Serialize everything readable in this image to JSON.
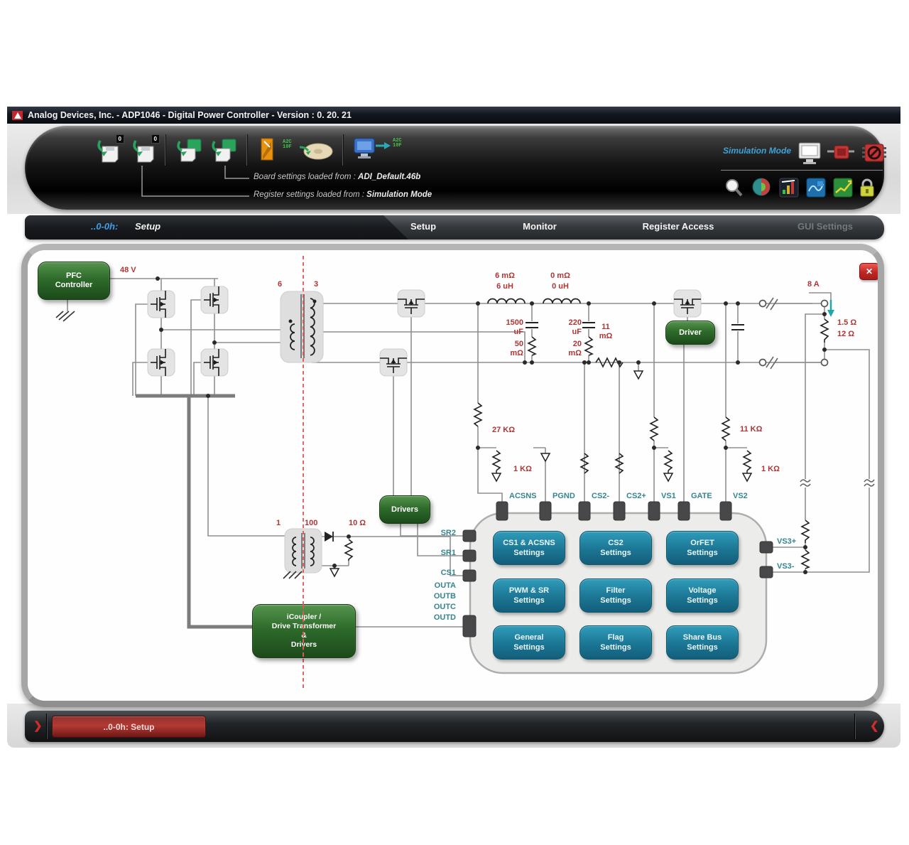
{
  "window": {
    "title": "Analog Devices, Inc. - ADP1046 - Digital Power Controller - Version :  0. 20. 21"
  },
  "toolbar": {
    "mode_label": "Simulation Mode",
    "board_label": "Board settings loaded from :",
    "board_value": "ADI_Default.46b",
    "register_label": "Register settings loaded from :",
    "register_value": "Simulation Mode",
    "badge_zero": "0",
    "adc_top": "A2C",
    "adc_bottom": "10F"
  },
  "tabs": {
    "current": {
      "prefix": "..0-0h:",
      "label": "Setup"
    },
    "items": [
      {
        "label": "Setup"
      },
      {
        "label": "Monitor"
      },
      {
        "label": "Register Access"
      },
      {
        "label": "GUI Settings"
      }
    ]
  },
  "schematic": {
    "close_glyph": "✕",
    "buttons": {
      "pfc": [
        "PFC",
        "Controller"
      ],
      "driver": "Driver",
      "drivers": "Drivers",
      "icoupler": [
        "iCoupler /",
        "Drive Transformer",
        "&",
        "Drivers"
      ]
    },
    "values": {
      "vin": "48 V",
      "turns_primary": "6",
      "turns_secondary": "3",
      "l1_res": "6 mΩ",
      "l1_ind": "6 uH",
      "l2_res": "0 mΩ",
      "l2_ind": "0 uH",
      "c1_val": "1500",
      "c1_unit": "uF",
      "c1_esr_val": "50",
      "c1_esr_unit": "mΩ",
      "c2_val": "220",
      "c2_unit": "uF",
      "c2_esr_val": "20",
      "c2_esr_unit": "mΩ",
      "shunt_val": "11",
      "shunt_unit": "mΩ",
      "iout": "8 A",
      "rload_a": "1.5 Ω",
      "rload_b": "12 Ω",
      "r_acsns_top": "27 KΩ",
      "r_acsns_bot": "1 KΩ",
      "r_vs2_top": "11 KΩ",
      "r_vs2_bot": "1 KΩ",
      "ct_primary": "1",
      "ct_secondary": "100",
      "ct_res": "10 Ω"
    },
    "pins_top": [
      "ACSNS",
      "PGND",
      "CS2-",
      "CS2+",
      "VS1",
      "GATE",
      "VS2"
    ],
    "pins_left": [
      "SR2",
      "SR1",
      "CS1"
    ],
    "pins_out": [
      "OUTA",
      "OUTB",
      "OUTC",
      "OUTD"
    ],
    "pins_right": [
      "VS3+",
      "VS3-"
    ],
    "chip_buttons": [
      {
        "l1": "CS1 & ACSNS",
        "l2": "Settings"
      },
      {
        "l1": "CS2",
        "l2": "Settings"
      },
      {
        "l1": "OrFET",
        "l2": "Settings"
      },
      {
        "l1": "PWM & SR",
        "l2": "Settings"
      },
      {
        "l1": "Filter",
        "l2": "Settings"
      },
      {
        "l1": "Voltage",
        "l2": "Settings"
      },
      {
        "l1": "General",
        "l2": "Settings"
      },
      {
        "l1": "Flag",
        "l2": "Settings"
      },
      {
        "l1": "Share Bus",
        "l2": "Settings"
      }
    ]
  },
  "statusbar": {
    "left_arrow": "❯",
    "right_arrow": "❮",
    "button_label": "..0-0h: Setup"
  }
}
